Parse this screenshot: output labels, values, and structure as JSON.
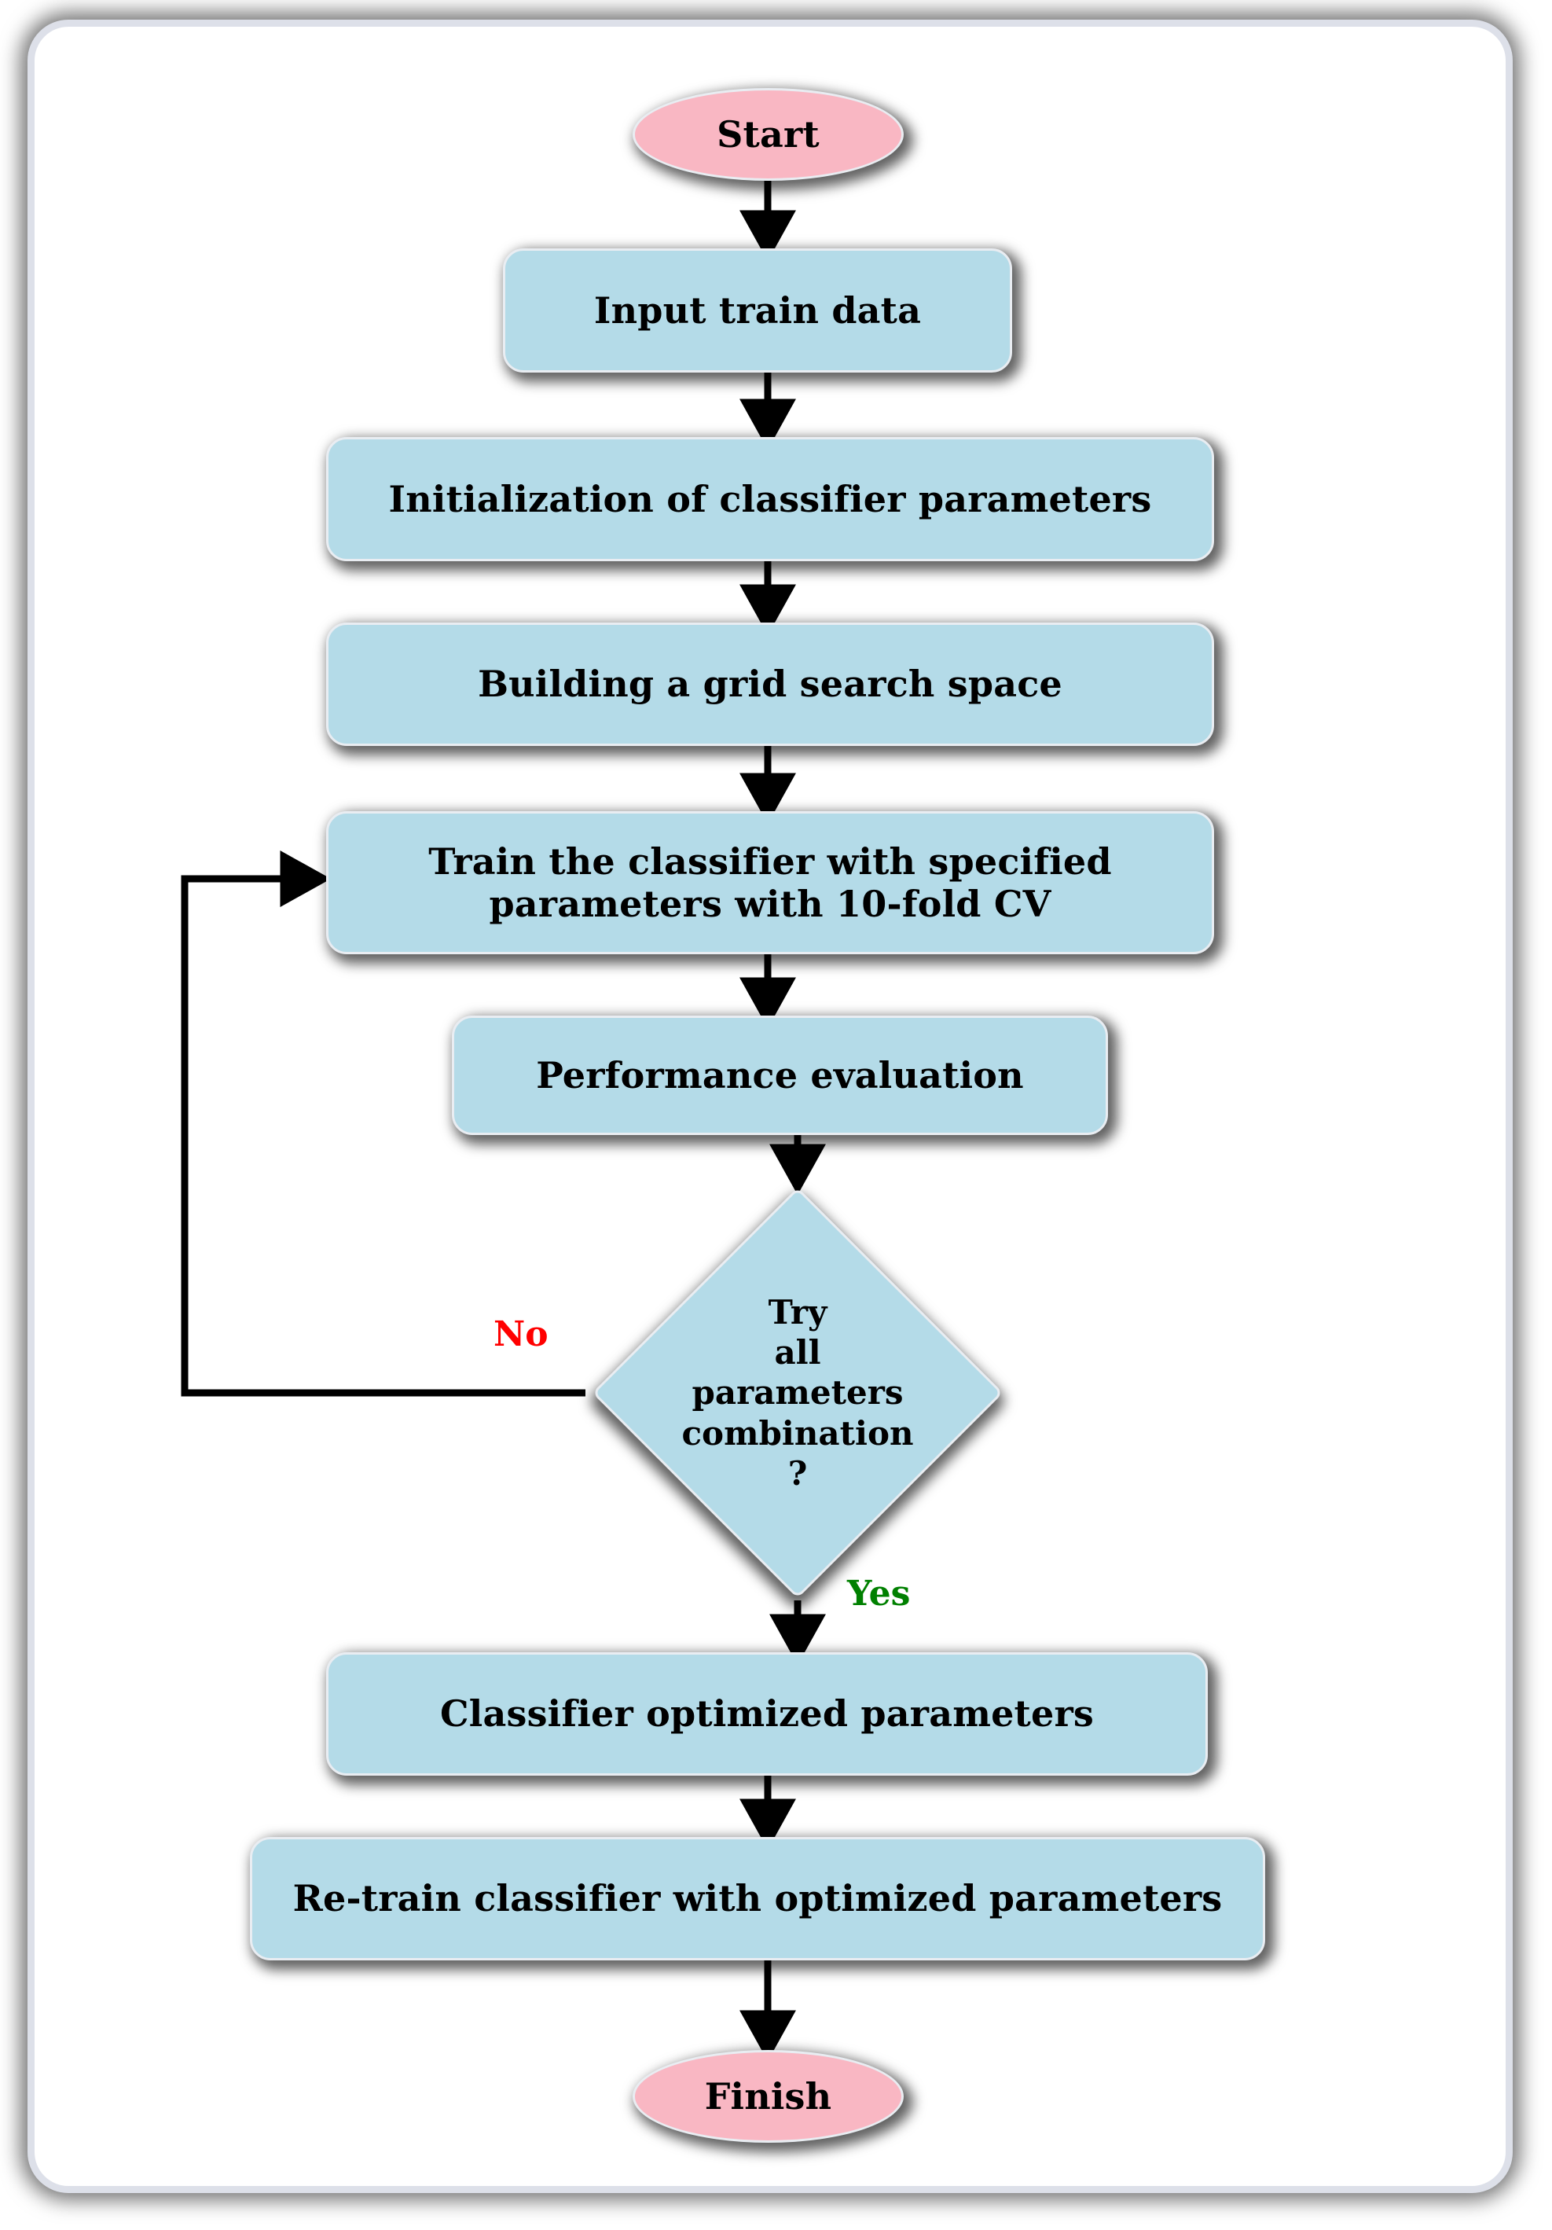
{
  "diagram": {
    "type": "flowchart",
    "title": "Grid-search hyperparameter optimization flowchart",
    "colors": {
      "process_fill": "#b4dbe8",
      "terminator_fill": "#f9b7c3",
      "frame_border": "#dde0e9",
      "no_label": "#ff0000",
      "yes_label": "#008000",
      "connector": "#000000"
    },
    "nodes": {
      "start": "Start",
      "input_train_data": "Input train data",
      "initialization": "Initialization of classifier parameters",
      "grid_search_space": "Building a grid search space",
      "train_classifier_line1": "Train the classifier with specified",
      "train_classifier_line2": "parameters with 10-fold CV",
      "performance_evaluation": "Performance evaluation",
      "decision_line1": "Try",
      "decision_line2": "all",
      "decision_line3": "parameters",
      "decision_line4": "combination",
      "decision_line5": "?",
      "optimized_parameters": "Classifier optimized parameters",
      "retrain": "Re-train classifier with optimized parameters",
      "finish": "Finish"
    },
    "edge_labels": {
      "no": "No",
      "yes": "Yes"
    }
  }
}
